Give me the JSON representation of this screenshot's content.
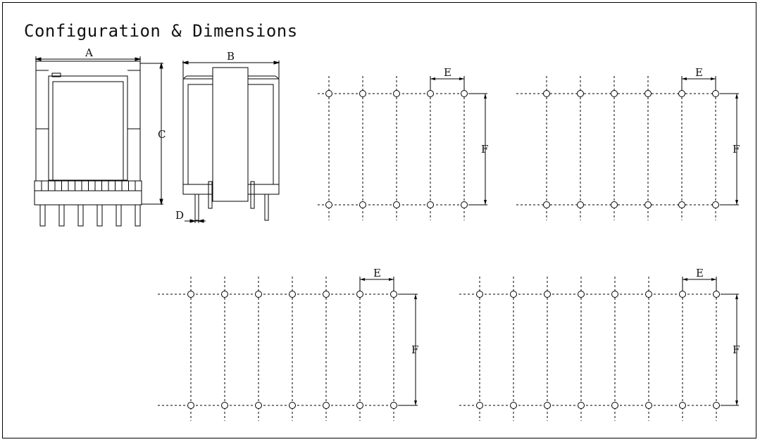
{
  "title": "Configuration & Dimensions",
  "front_view": {
    "label_a": "A",
    "label_c": "C",
    "pins": 6
  },
  "side_view": {
    "label_b": "B",
    "label_d": "D"
  },
  "pin_layouts": [
    {
      "pins_per_row": 5,
      "label_e": "E",
      "label_f": "F"
    },
    {
      "pins_per_row": 6,
      "label_e": "E",
      "label_f": "F"
    },
    {
      "pins_per_row": 7,
      "label_e": "E",
      "label_f": "F"
    },
    {
      "pins_per_row": 8,
      "label_e": "E",
      "label_f": "F"
    }
  ]
}
